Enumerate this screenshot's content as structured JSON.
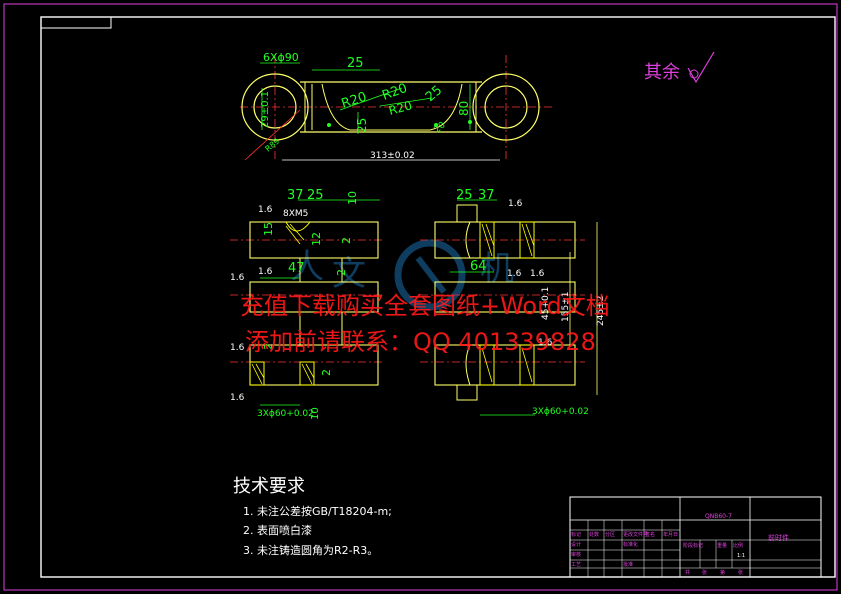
{
  "colors": {
    "background": "#000000",
    "frame": "#ffffff",
    "outline": "#ffff66",
    "dimension": "#22ff22",
    "center": "#ff3333",
    "hatch": "#ffff00",
    "watermark": "#ff1a1a",
    "note": "#e040e0",
    "ghost_logo": "#1a6fae"
  },
  "note": {
    "text": "其余"
  },
  "top_view_dims": {
    "holes": "6Xϕ90",
    "d25": "25",
    "r20a": "R20",
    "r20b": "R20",
    "r20c": "R20",
    "d25b": "25",
    "d25c": "25",
    "d80": "80",
    "d29": "29±0.1",
    "r89": "R89",
    "d20": "20",
    "span": "313±0.02"
  },
  "side_view_dims": {
    "rough_l": [
      "1.6",
      "1.6",
      "1.6",
      "1.6",
      "1.6"
    ],
    "rough_r": [
      "1.6",
      "1.6",
      "1.6",
      "1.6"
    ],
    "thread": "8XM5",
    "d37": "37",
    "d25": "25",
    "d10": "10",
    "d15": "15",
    "d12": "12",
    "d2a": "2",
    "d47": "47",
    "d2b": "2",
    "d2c": "2",
    "d2d": "2",
    "d10b": "10",
    "bore_l": "3Xϕ60+0.02",
    "r25": "25",
    "r37": "37",
    "d64": "64",
    "d45": "45+0.1",
    "d155": "155±1",
    "d245": "245±2",
    "bore_r": "3Xϕ60+0.02"
  },
  "requirements": {
    "title": "技术要求",
    "items": [
      "1. 未注公差按GB/T18204-m;",
      "2. 表面喷白漆",
      "3. 未注铸造圆角为R2-R3。"
    ]
  },
  "watermark": {
    "line1": "充值下载购买全套图纸+Word文档",
    "line2": "添加前请联系：QQ 401339828"
  },
  "title_block": {
    "drawing_no": "QNB60-7",
    "part_name": "前时件",
    "labels": [
      "标记",
      "处数",
      "分区",
      "更改文件号",
      "签名",
      "年月日",
      "设计",
      "标准化",
      "阶段标记",
      "重量",
      "比例",
      "审核",
      "工艺",
      "批准",
      "共",
      "张",
      "第",
      "张"
    ],
    "scale": "1:1"
  }
}
